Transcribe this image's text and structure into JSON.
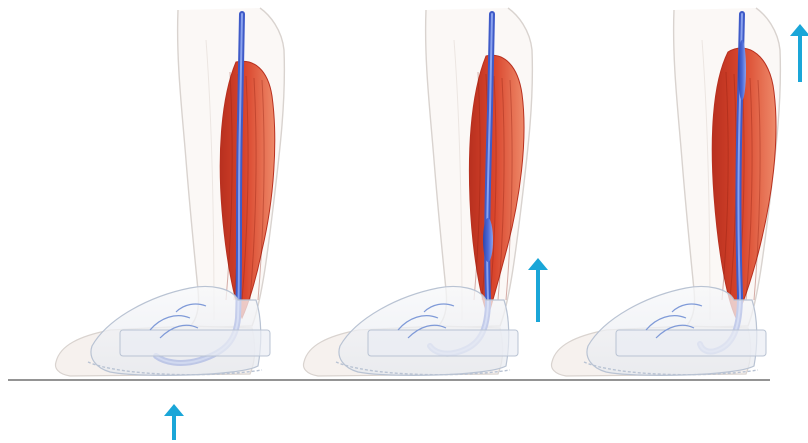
{
  "colors": {
    "background": "#ffffff",
    "skin_outline": "#d9d3cf",
    "skin_fill": "#fbf8f6",
    "muscle_dark": "#b8301f",
    "muscle_mid": "#d9452c",
    "muscle_light": "#ee8a6a",
    "vein": "#3f5bc8",
    "vein_light": "#8aa2ee",
    "shoe_fill": "#f1f3f6",
    "shoe_stroke": "#b9c3d3",
    "lace": "#7f9ad8",
    "ground": "#555555",
    "arrow": "#1aa6d8"
  },
  "figure": {
    "panels": [
      {
        "name": "panel-1",
        "arrow": "below-ground"
      },
      {
        "name": "panel-2",
        "arrow": "calf-level"
      },
      {
        "name": "panel-3",
        "arrow": "top"
      }
    ],
    "icons": [
      "leg-icon",
      "calf-muscle-icon",
      "vein-icon",
      "shoe-icon",
      "arrow-up-icon"
    ]
  }
}
